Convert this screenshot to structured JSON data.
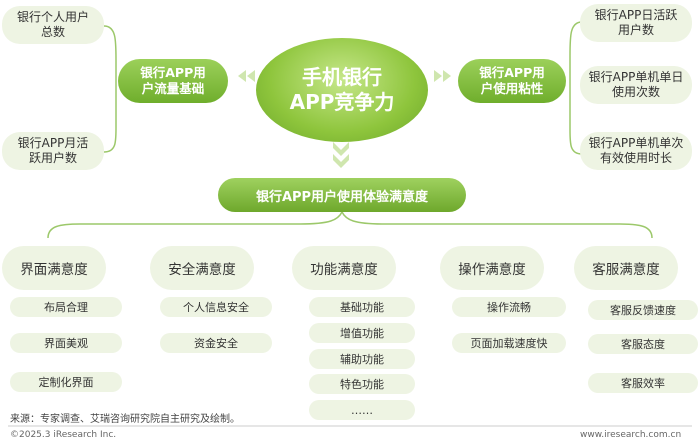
{
  "center": {
    "line1": "手机银行",
    "line2": "APP竞争力"
  },
  "left_node": {
    "line1": "银行APP用",
    "line2": "户流量基础"
  },
  "right_node": {
    "line1": "银行APP用",
    "line2": "户使用粘性"
  },
  "left_leaves": [
    {
      "line1": "银行个人用户",
      "line2": "总数"
    },
    {
      "line1": "银行APP月活",
      "line2": "跃用户数"
    }
  ],
  "right_leaves": [
    {
      "line1": "银行APP日活跃",
      "line2": "用户数"
    },
    {
      "line1": "银行APP单机单日",
      "line2": "使用次数"
    },
    {
      "line1": "银行APP单机单次",
      "line2": "有效使用时长"
    }
  ],
  "bar_label": "银行APP用户使用体验满意度",
  "categories": [
    {
      "label": "界面满意度",
      "items": [
        "布局合理",
        "界面美观",
        "定制化界面"
      ]
    },
    {
      "label": "安全满意度",
      "items": [
        "个人信息安全",
        "资金安全"
      ]
    },
    {
      "label": "功能满意度",
      "items": [
        "基础功能",
        "增值功能",
        "辅助功能",
        "特色功能",
        "……"
      ]
    },
    {
      "label": "操作满意度",
      "items": [
        "操作流畅",
        "页面加载速度快"
      ]
    },
    {
      "label": "客服满意度",
      "items": [
        "客服反馈速度",
        "客服态度",
        "客服效率"
      ]
    }
  ],
  "footer": {
    "source": "来源：专家调查、艾瑞咨询研究院自主研究及绘制。",
    "copyright": "©2025.3 iResearch Inc.",
    "website": "www.iresearch.com.cn"
  },
  "colors": {
    "accent": "#7bb535",
    "light": "#eef4e3",
    "line": "#9cc86a"
  }
}
